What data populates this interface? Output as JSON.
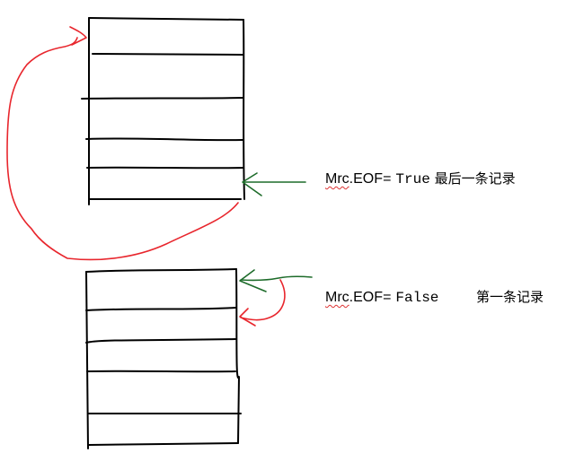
{
  "record_eof": {
    "object_name": "Mrc",
    "property": "EOF",
    "operator": "="
  },
  "top_annotation": {
    "value": "True",
    "description": "最后一条记录"
  },
  "bottom_annotation": {
    "value": "False",
    "description": "第一条记录"
  },
  "colors": {
    "pen": "#000000",
    "loop_arrow": "#e8262d",
    "pointer_arrow": "#1d6b2a",
    "spellcheck": "#d33333"
  }
}
